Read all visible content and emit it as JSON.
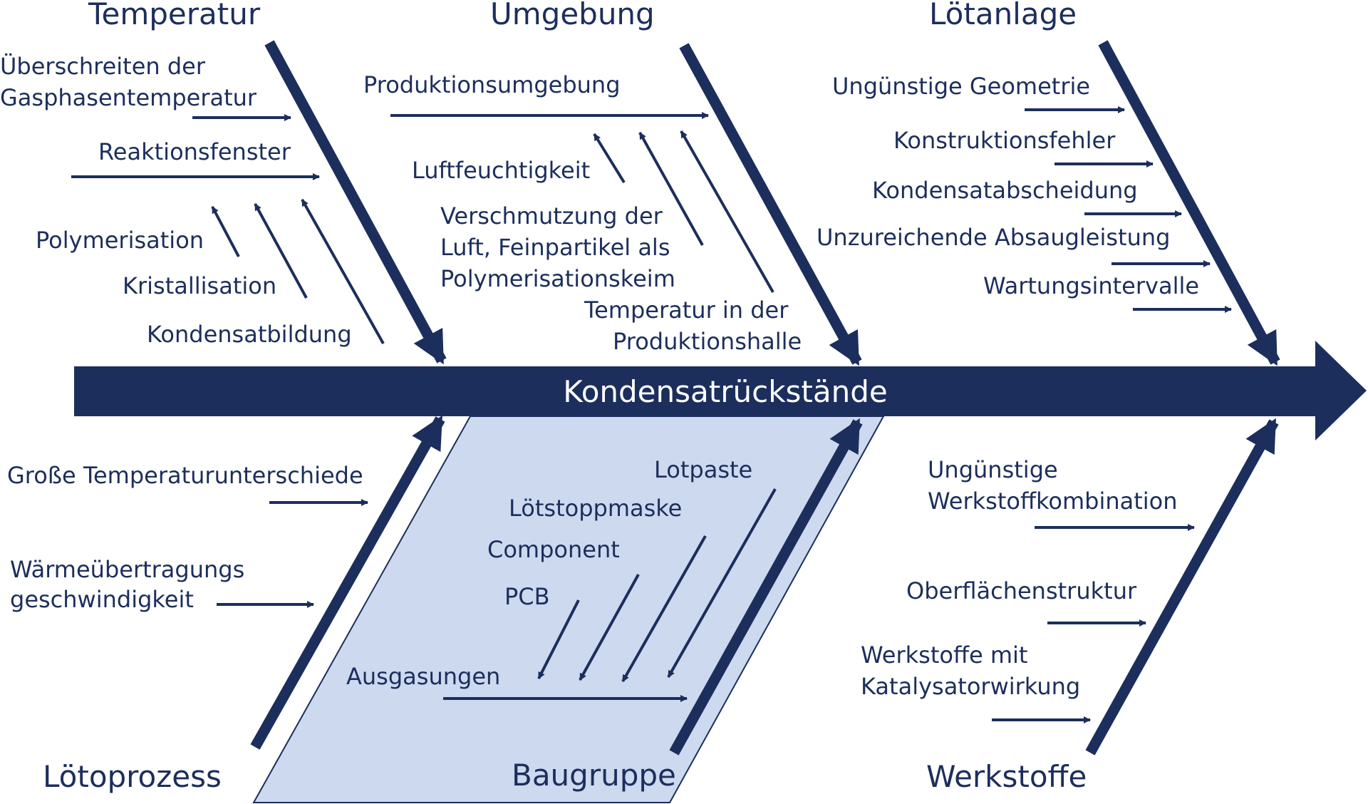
{
  "effect": "Kondensatrückstände",
  "colors": {
    "primary": "#1c2e5c",
    "highlight_fill": "#cdd9ef",
    "background": "#ffffff"
  },
  "categories": {
    "temperatur": {
      "title": "Temperatur",
      "causes": [
        "Überschreiten der",
        "Gasphasentemperatur",
        "Reaktionsfenster",
        "Polymerisation",
        "Kristallisation",
        "Kondensatbildung"
      ]
    },
    "umgebung": {
      "title": "Umgebung",
      "causes": [
        "Produktionsumgebung",
        "Luftfeuchtigkeit",
        "Verschmutzung der",
        "Luft, Feinpartikel als",
        "Polymerisationskeim",
        "Temperatur in der",
        "Produktionshalle"
      ]
    },
    "loetanlage": {
      "title": "Lötanlage",
      "causes": [
        "Ungünstige Geometrie",
        "Konstruktionsfehler",
        "Kondensatabscheidung",
        "Unzureichende Absaugleistung",
        "Wartungsintervalle"
      ]
    },
    "loetprozess": {
      "title": "Lötoprozess",
      "causes": [
        "Große Temperaturunterschiede",
        "Wärmeübertragungs",
        "geschwindigkeit"
      ]
    },
    "baugruppe": {
      "title": "Baugruppe",
      "causes": [
        "Lotpaste",
        "Lötstoppmaske",
        "Component",
        "PCB",
        "Ausgasungen"
      ]
    },
    "werkstoffe": {
      "title": "Werkstoffe",
      "causes": [
        "Ungünstige",
        "Werkstoffkombination",
        "Oberflächenstruktur",
        "Werkstoffe mit",
        "Katalysatorwirkung"
      ]
    }
  }
}
